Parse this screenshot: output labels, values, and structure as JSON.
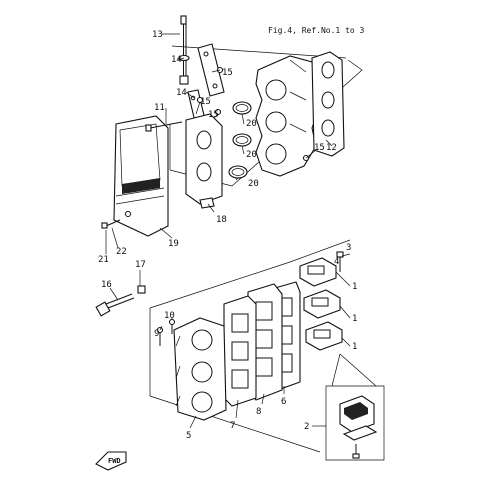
{
  "figure_ref": "Fig.4, Ref.No.1 to 3",
  "fwd_label": "FWD",
  "callouts": [
    "1",
    "1",
    "1",
    "2",
    "3",
    "4",
    "5",
    "6",
    "7",
    "8",
    "9",
    "10",
    "11",
    "12",
    "13",
    "14",
    "14",
    "15",
    "15",
    "15",
    "15",
    "16",
    "17",
    "18",
    "19",
    "20",
    "20",
    "20",
    "21",
    "22"
  ]
}
